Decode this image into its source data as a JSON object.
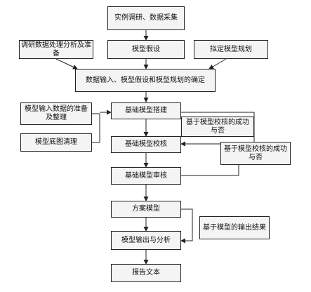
{
  "nodes": {
    "survey": "实例调研、数据采集",
    "processing": "调研数据处理分析及准备",
    "assumption": "模型假设",
    "planning": "拟定模型规划",
    "determine": "数据输入、模型假设和模型规划的确定",
    "input_prep": "模型输入数据的准备及整理",
    "base_map": "模型底图清理",
    "build": "基础模型搭建",
    "calib_feedback_1": "基于模型校核的成功与否",
    "calibrate": "基础模型校核",
    "calib_feedback_2": "基于模型校核的成功与否",
    "audit": "基础模型审核",
    "scheme": "方案模型",
    "output_basis": "基于模型的输出结果",
    "output_analysis": "模型输出与分析",
    "report": "报告文本"
  },
  "colors": {
    "stroke": "#222222",
    "fill": "#f4f4f4"
  }
}
